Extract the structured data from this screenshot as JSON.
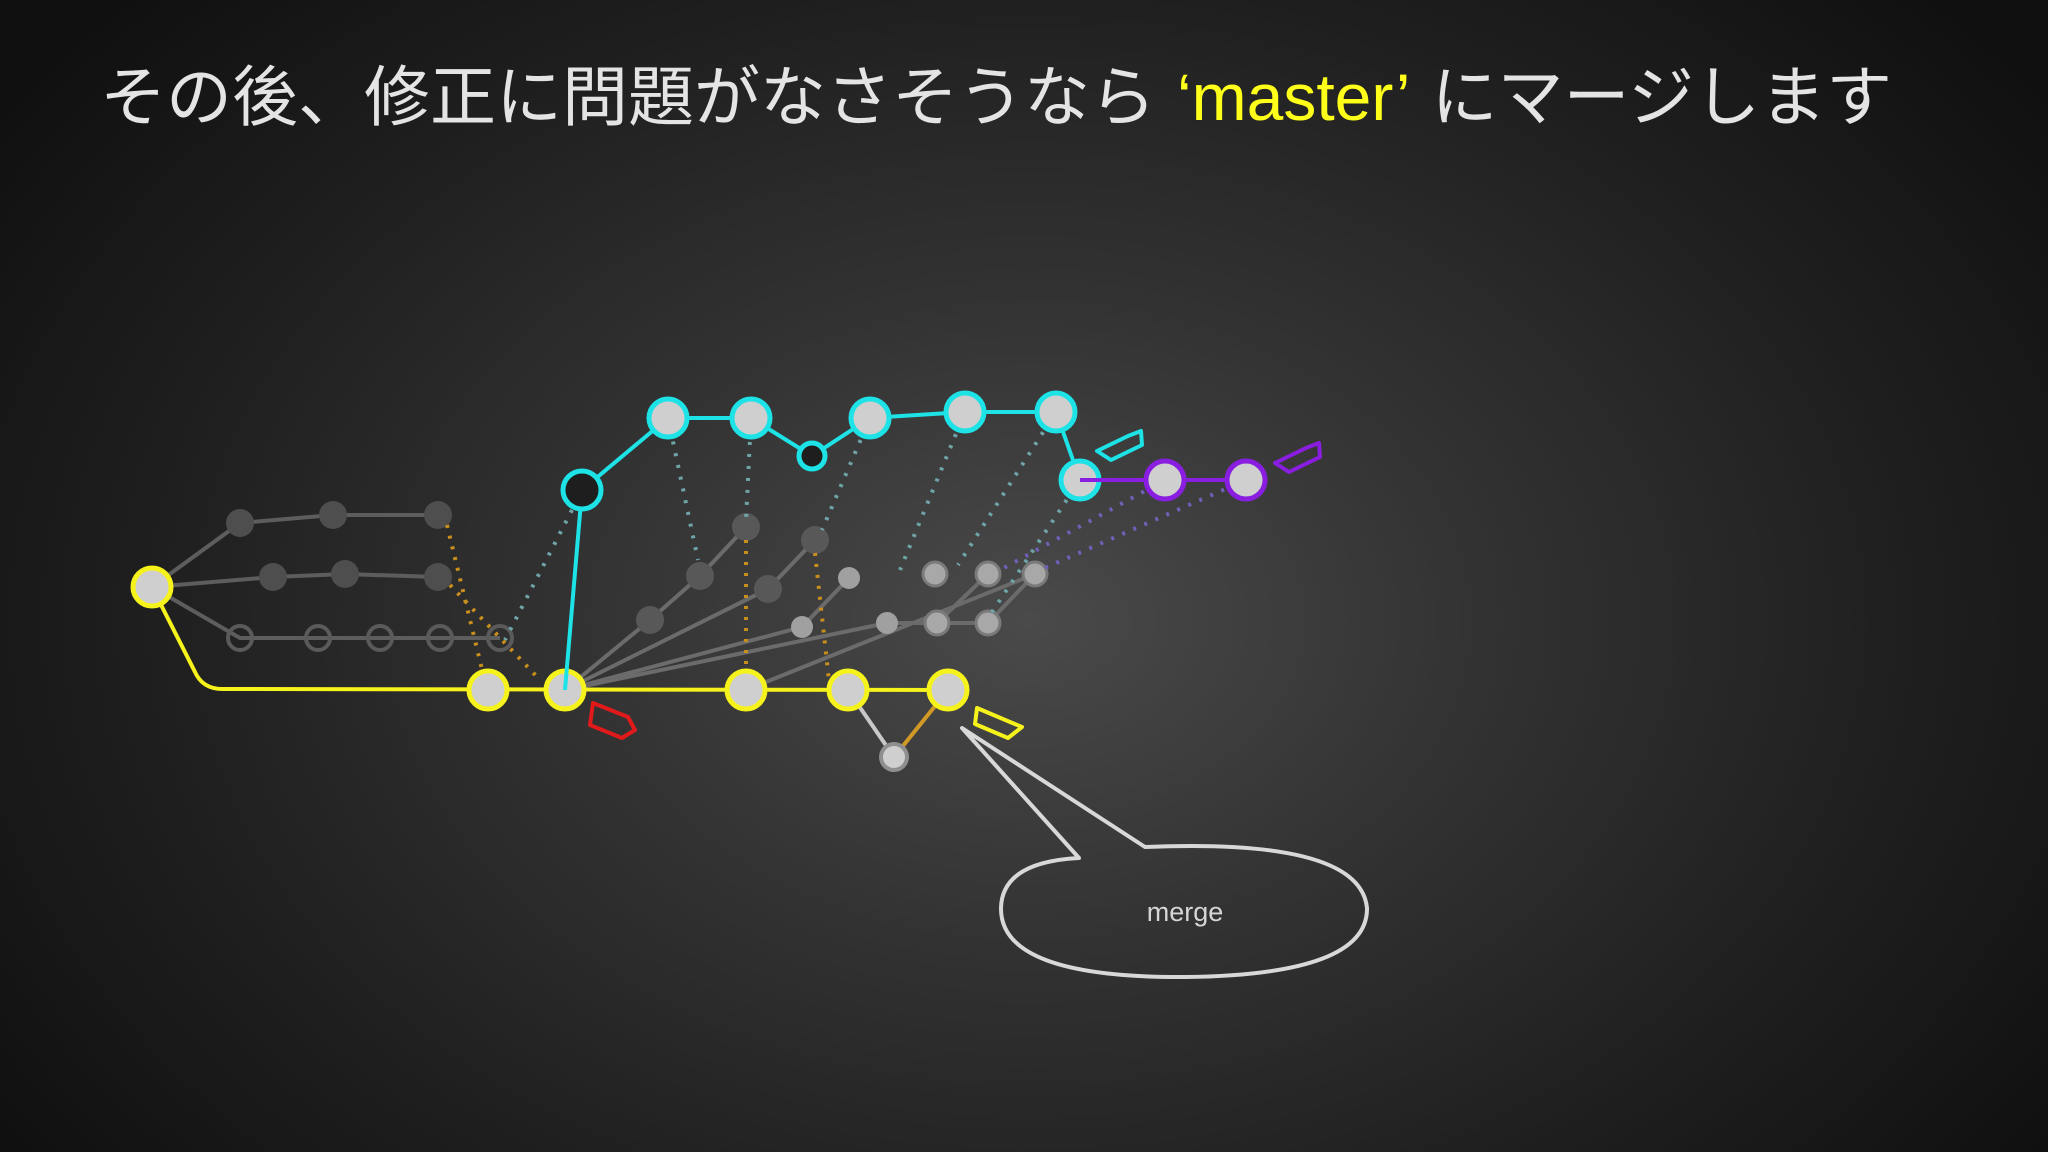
{
  "slide": {
    "title_before": "その後、修正に問題がなさそうなら ",
    "title_highlight": "‘master’",
    "title_after": " にマージします"
  },
  "callout": {
    "label": "merge"
  },
  "colors": {
    "master": "#f6f21c",
    "feature": "#1de2e6",
    "sub_feature": "#8a1ee0",
    "faded": "#707070",
    "dotted_link": "#d4961e",
    "red_tag": "#e01a1a",
    "node_fill": "#cfcfcf"
  }
}
